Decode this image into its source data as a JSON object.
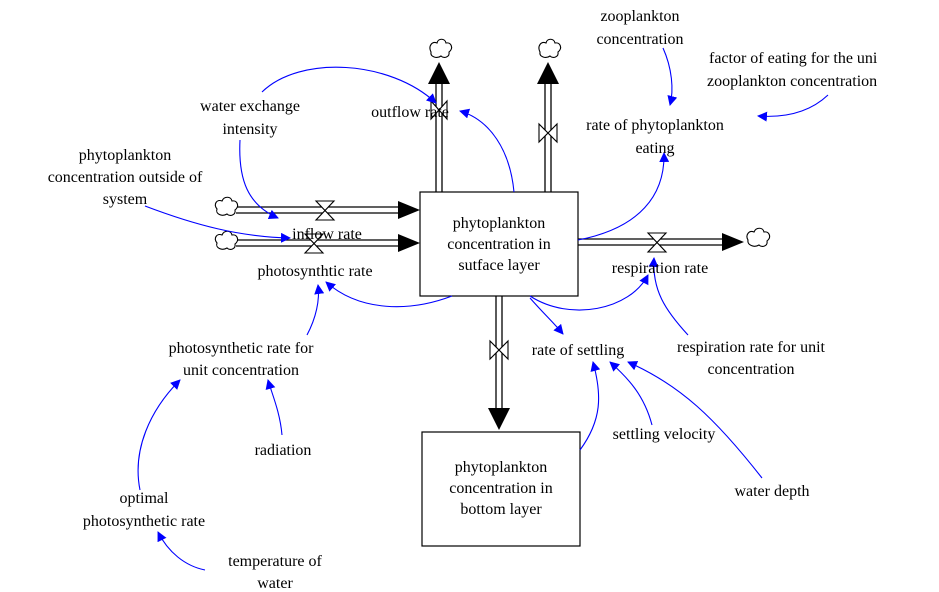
{
  "stocks": {
    "surface": [
      "phytoplankton",
      "concentration in",
      "sutface layer"
    ],
    "bottom": [
      "phytoplankton",
      "concentration in",
      "bottom layer"
    ]
  },
  "variables": {
    "zooplankton_concentration": [
      "zooplankton",
      "concentration"
    ],
    "factor_of_eating": [
      "factor of eating for the uni",
      "zooplankton concentration"
    ],
    "water_exchange_intensity": [
      "water exchange",
      "intensity"
    ],
    "outflow_rate": [
      "outflow rate"
    ],
    "rate_of_phytoplankton_eating": [
      "rate of phytoplankton",
      "eating"
    ],
    "phytoplankton_outside": [
      "phytoplankton",
      "concentration outside of",
      "system"
    ],
    "inflow_rate": [
      "inflow rate"
    ],
    "photosynthtic_rate": [
      "photosynthtic rate"
    ],
    "respiration_rate": [
      "respiration rate"
    ],
    "photosynthetic_rate_unit": [
      "photosynthetic rate for",
      "unit concentration"
    ],
    "rate_of_settling": [
      "rate of settling"
    ],
    "respiration_rate_unit": [
      "respiration rate for unit",
      "concentration"
    ],
    "radiation": [
      "radiation"
    ],
    "settling_velocity": [
      "settling velocity"
    ],
    "optimal_photosynthetic_rate": [
      "optimal",
      "photosynthetic rate"
    ],
    "water_depth": [
      "water depth"
    ],
    "temperature_of_water": [
      "temperature of",
      "water"
    ]
  },
  "colors": {
    "link": "#0000ff",
    "flow": "#000000"
  }
}
